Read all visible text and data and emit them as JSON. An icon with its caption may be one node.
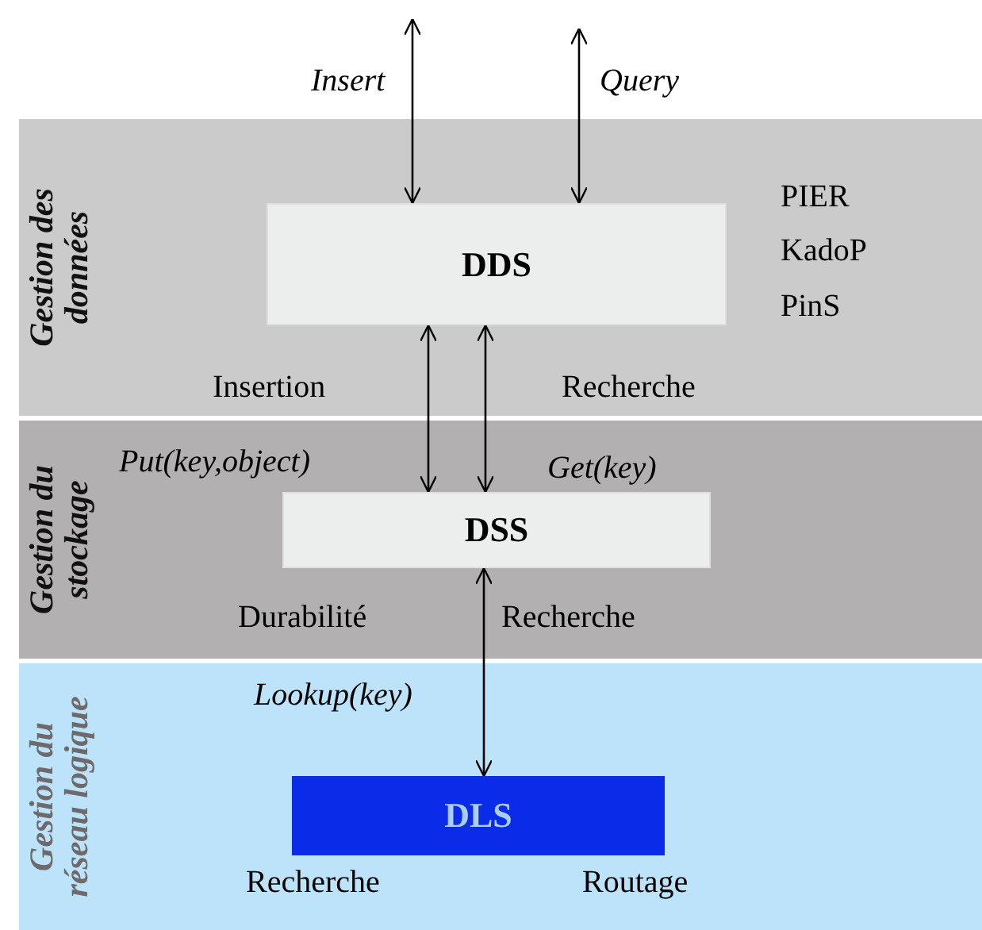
{
  "diagram": {
    "nodes": [
      {
        "text": [
          "Gestion des données"
        ]
      },
      {
        "text": [
          "DDS"
        ],
        "in": 0
      },
      {
        "text": [
          "Gestion du stockage"
        ]
      },
      {
        "text": [
          "DSS"
        ],
        "in": 2
      },
      {
        "text": [
          "Gestion du réseau logique"
        ]
      },
      {
        "text": [
          "DLS"
        ],
        "in": 4
      }
    ],
    "edges": [
      {
        "from": null,
        "to": 1,
        "arrow": "both",
        "label": "Insert"
      },
      {
        "from": null,
        "to": 1,
        "arrow": "both",
        "label": "Query"
      },
      {
        "from": 1,
        "to": 3,
        "arrow": "both",
        "label": "Put(key,object)"
      },
      {
        "from": 1,
        "to": 3,
        "arrow": "both",
        "label": "Get(key)"
      },
      {
        "from": 3,
        "to": 5,
        "arrow": "both",
        "label": "Lookup(key)"
      }
    ],
    "labels": [
      "PIER",
      "KadoP",
      "PinS",
      "Insertion",
      "Recherche",
      "Durabilité",
      "Recherche",
      "Recherche",
      "Routage"
    ]
  }
}
